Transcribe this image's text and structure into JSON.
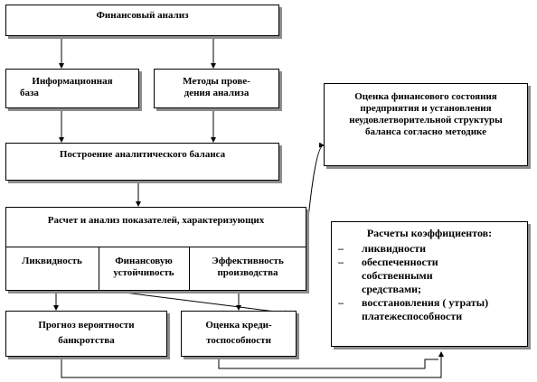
{
  "nodes": {
    "financial_analysis": "Финансовый анализ",
    "info_base": [
      "Информационная",
      "база"
    ],
    "methods": [
      "Методы прове-",
      "дения анализа"
    ],
    "balance_build": "Построение аналитического баланса",
    "calc_title": "Расчет и анализ показателей, характеризующих",
    "liquidity": "Ликвидность",
    "fin_stability": [
      "Финансовую",
      "устойчивость"
    ],
    "efficiency": [
      "Эффективность",
      "производства"
    ],
    "bankruptcy_forecast": [
      "Прогноз вероятности",
      "банкротства"
    ],
    "credit_rating": [
      "Оценка креди-",
      "тоспособности"
    ],
    "assessment": [
      "Оценка финансового состояния",
      "предприятия и установления",
      "неудовлетворительной  структуры",
      "баланса согласно методике"
    ],
    "coefficients": {
      "title": "Расчеты коэффициентов:",
      "items": [
        "ликвидности",
        "обеспеченности собственными средствами;",
        "восстановления ( утраты) платежеспособности"
      ]
    }
  }
}
